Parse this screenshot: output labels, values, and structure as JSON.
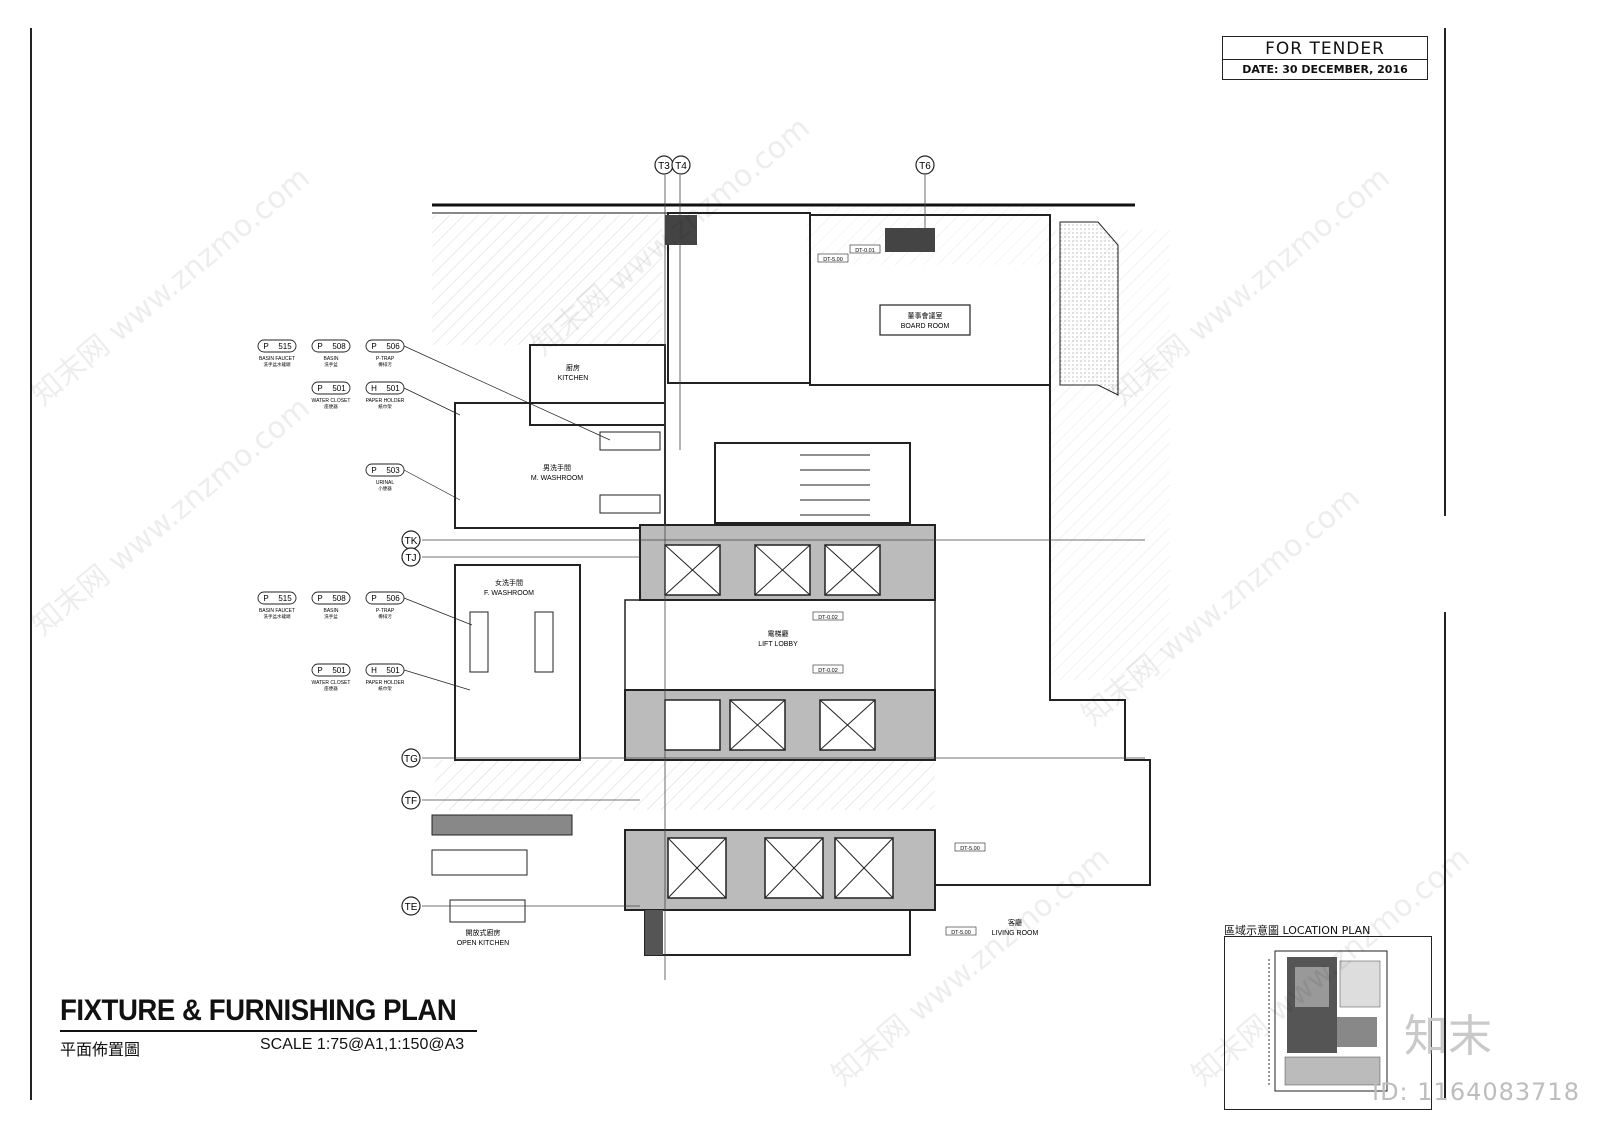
{
  "header": {
    "status": "FOR TENDER",
    "date": "DATE: 30 DECEMBER, 2016"
  },
  "drawing": {
    "title": "FIXTURE & FURNISHING PLAN",
    "subtitle": "平面佈置圖",
    "scale": "SCALE    1:75@A1,1:150@A3"
  },
  "grid_labels": [
    "T3",
    "T4",
    "T6",
    "TK",
    "TJ",
    "TG",
    "TF",
    "TE"
  ],
  "rooms": {
    "kitchen_cn": "廚房",
    "kitchen": "KITCHEN",
    "board_cn": "董事會議室",
    "board": "BOARD ROOM",
    "m_wash_cn": "男洗手間",
    "m_wash": "M. WASHROOM",
    "f_wash_cn": "女洗手間",
    "f_wash": "F. WASHROOM",
    "lift_cn": "電梯廳",
    "lift": "LIFT LOBBY",
    "open_kitchen_cn": "開放式廚房",
    "open_kitchen": "OPEN KITCHEN",
    "living_cn": "客廳",
    "living": "LIVING ROOM"
  },
  "fixture_tags": {
    "group1": [
      {
        "prefix": "P",
        "code": "515",
        "name": "BASIN FAUCET",
        "cn": "洗手盆水龍頭"
      },
      {
        "prefix": "P",
        "code": "508",
        "name": "BASIN",
        "cn": "洗手盆"
      },
      {
        "prefix": "P",
        "code": "506",
        "name": "P-TRAP",
        "cn": "樽排污"
      }
    ],
    "group2": [
      {
        "prefix": "P",
        "code": "501",
        "name": "WATER CLOSET",
        "cn": "座便器"
      },
      {
        "prefix": "H",
        "code": "501",
        "name": "PAPER HOLDER",
        "cn": "紙巾架"
      }
    ],
    "group3": [
      {
        "prefix": "P",
        "code": "503",
        "name": "URINAL",
        "cn": "小便器"
      }
    ],
    "group4": [
      {
        "prefix": "P",
        "code": "515",
        "name": "BASIN FAUCET",
        "cn": "洗手盆水龍頭"
      },
      {
        "prefix": "P",
        "code": "508",
        "name": "BASIN",
        "cn": "洗手盆"
      },
      {
        "prefix": "P",
        "code": "506",
        "name": "P-TRAP",
        "cn": "樽排污"
      }
    ],
    "group5": [
      {
        "prefix": "P",
        "code": "501",
        "name": "WATER CLOSET",
        "cn": "座便器"
      },
      {
        "prefix": "H",
        "code": "501",
        "name": "PAPER HOLDER",
        "cn": "紙巾架"
      }
    ]
  },
  "tags": {
    "dt002": "DT-0.02",
    "dt500": "DT-5.00",
    "dt001": "DT-0.01"
  },
  "location_plan": {
    "title": "區域示意圖 LOCATION PLAN"
  },
  "branding": {
    "logo_text": "知末",
    "id": "ID: 1164083718",
    "watermark": "知末网 www.znzmo.com"
  }
}
